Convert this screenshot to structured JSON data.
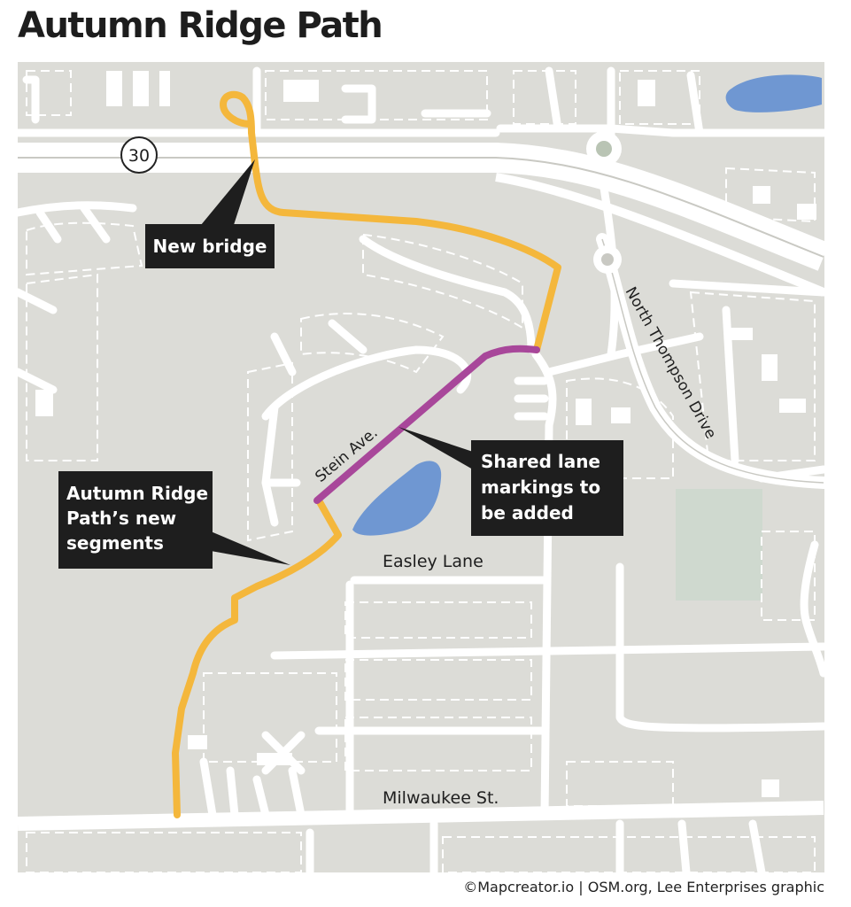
{
  "title": "Autumn Ridge Path",
  "credit": "©Mapcreator.io | OSM.org, Lee Enterprises graphic",
  "highway_shield": "30",
  "streets": {
    "north_thompson": "North Thompson Drive",
    "stein": "Stein Ave.",
    "easley": "Easley Lane",
    "milwaukee": "Milwaukee St."
  },
  "callouts": {
    "new_bridge": [
      "New bridge"
    ],
    "new_segments": [
      "Autumn Ridge",
      "Path’s new",
      "segments"
    ],
    "shared_lane": [
      "Shared lane",
      "markings to",
      "be added"
    ]
  },
  "colors": {
    "land": "#dcdcd7",
    "road": "#ffffff",
    "water": "#6f97d2",
    "park": "#cfd9cf",
    "new_path": "#f4b73c",
    "shared_lane": "#a8479a",
    "callout_bg": "#1e1e1e",
    "building_outline": "#ffffff"
  }
}
